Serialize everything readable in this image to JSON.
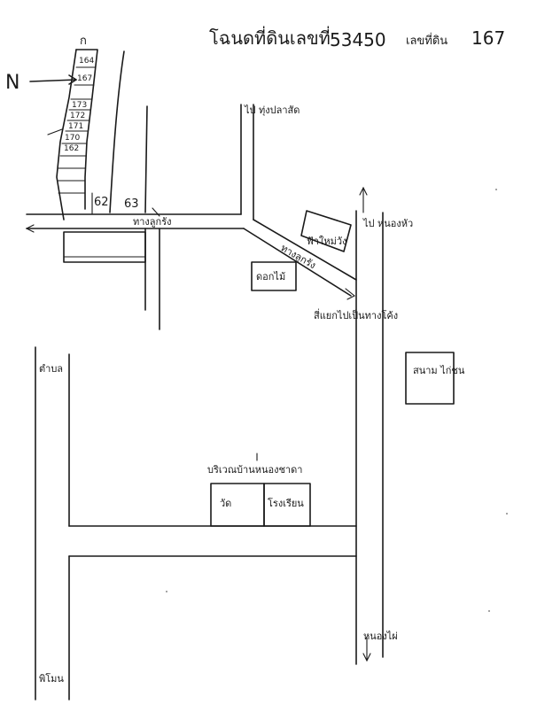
{
  "header": {
    "title_deed_label": "โฉนดที่ดินเลขที่",
    "title_deed_number": "53450",
    "land_number_label": "เลขที่ดิน",
    "land_number": "167"
  },
  "plots": {
    "column_top_marker": "ก",
    "numbers": [
      "164",
      "167",
      "173",
      "172",
      "171",
      "170",
      "162"
    ],
    "selected_plot": "167",
    "lower_plots": [
      "62",
      "63"
    ]
  },
  "labels": {
    "north_arrow": "N",
    "road_thung_pla_sat": "ไป ทุ่งปลาสัด",
    "road_tha_luk_ngua": "ทางลูกรัง",
    "road_diagonal": "ทางลูกรัง",
    "nong_hua": "ไป หนองหัว",
    "pha_mai_wang": "ฟ้าใหม่วัง",
    "dok_krai": "ดอกไม้",
    "intersection_note": "สี่แยกไปเป็นทางโค้ง",
    "temple_near": "สนาม ไก่ชน",
    "top_left_left": "ตำบล",
    "school_group": "บริเวณบ้านหนองชาดา",
    "wat": "วัด",
    "school": "โรงเรียน",
    "nong_phai": "หนองไผ่",
    "bottom_left": "พิโมน"
  },
  "colors": {
    "ink": "#1a1a1a",
    "paper": "#ffffff"
  }
}
